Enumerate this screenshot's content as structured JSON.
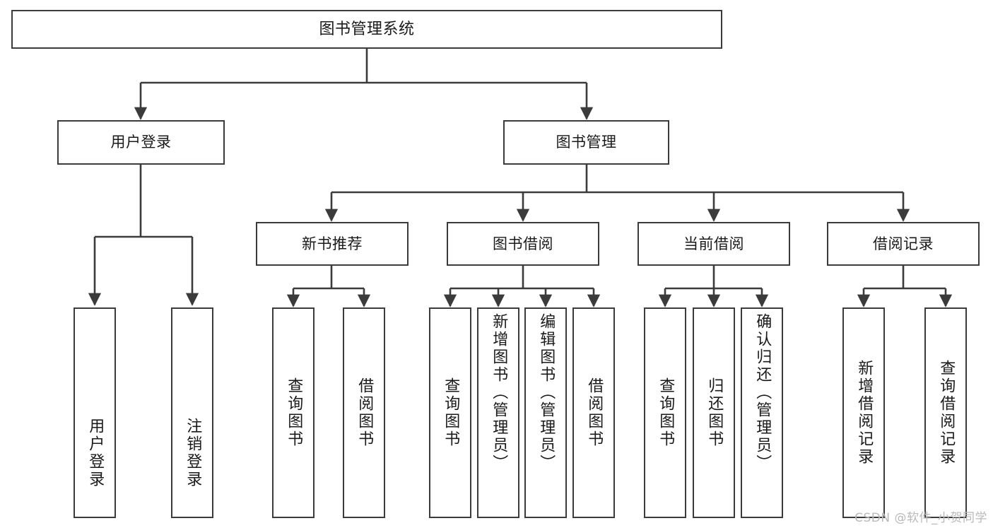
{
  "diagram": {
    "title": "图书管理系统",
    "type": "tree-hierarchy-chart",
    "colors": {
      "box_border": "#3b3b3b",
      "box_fill": "#ffffff",
      "connector": "#3b3b3b",
      "text": "#1a1a1a",
      "watermark": "#b9b9b9",
      "background": "#ffffff"
    },
    "nodes": {
      "root": {
        "label": "图书管理系统"
      },
      "level2": {
        "user_login": {
          "label": "用户登录"
        },
        "book_mgmt": {
          "label": "图书管理"
        }
      },
      "level3": {
        "new_book_rec": {
          "label": "新书推荐"
        },
        "book_borrow": {
          "label": "图书借阅"
        },
        "current_borrow": {
          "label": "当前借阅"
        },
        "borrow_record": {
          "label": "借阅记录"
        }
      },
      "leaves": {
        "user_login_1": {
          "label": "用户登录"
        },
        "user_login_2": {
          "label": "注销登录"
        },
        "new_book_rec_1": {
          "label": "查询图书"
        },
        "new_book_rec_2": {
          "label": "借阅图书"
        },
        "book_borrow_1": {
          "label": "查询图书"
        },
        "book_borrow_2": {
          "label": "新增图书（管理员）"
        },
        "book_borrow_3": {
          "label": "编辑图书（管理员）"
        },
        "book_borrow_4": {
          "label": "借阅图书"
        },
        "current_borrow_1": {
          "label": "查询图书"
        },
        "current_borrow_2": {
          "label": "归还图书"
        },
        "current_borrow_3": {
          "label": "确认归还（管理员）"
        },
        "borrow_record_1": {
          "label": "新增借阅记录"
        },
        "borrow_record_2": {
          "label": "查询借阅记录"
        }
      }
    },
    "edges": [
      {
        "from": "root",
        "to": "user_login"
      },
      {
        "from": "root",
        "to": "book_mgmt"
      },
      {
        "from": "user_login",
        "to": "user_login_1"
      },
      {
        "from": "user_login",
        "to": "user_login_2"
      },
      {
        "from": "book_mgmt",
        "to": "new_book_rec"
      },
      {
        "from": "book_mgmt",
        "to": "book_borrow"
      },
      {
        "from": "book_mgmt",
        "to": "current_borrow"
      },
      {
        "from": "book_mgmt",
        "to": "borrow_record"
      },
      {
        "from": "new_book_rec",
        "to": "new_book_rec_1"
      },
      {
        "from": "new_book_rec",
        "to": "new_book_rec_2"
      },
      {
        "from": "book_borrow",
        "to": "book_borrow_1"
      },
      {
        "from": "book_borrow",
        "to": "book_borrow_2"
      },
      {
        "from": "book_borrow",
        "to": "book_borrow_3"
      },
      {
        "from": "book_borrow",
        "to": "book_borrow_4"
      },
      {
        "from": "current_borrow",
        "to": "current_borrow_1"
      },
      {
        "from": "current_borrow",
        "to": "current_borrow_2"
      },
      {
        "from": "current_borrow",
        "to": "current_borrow_3"
      },
      {
        "from": "borrow_record",
        "to": "borrow_record_1"
      },
      {
        "from": "borrow_record",
        "to": "borrow_record_2"
      }
    ]
  },
  "watermark": {
    "text": "CSDN @软件_小贺同学"
  }
}
